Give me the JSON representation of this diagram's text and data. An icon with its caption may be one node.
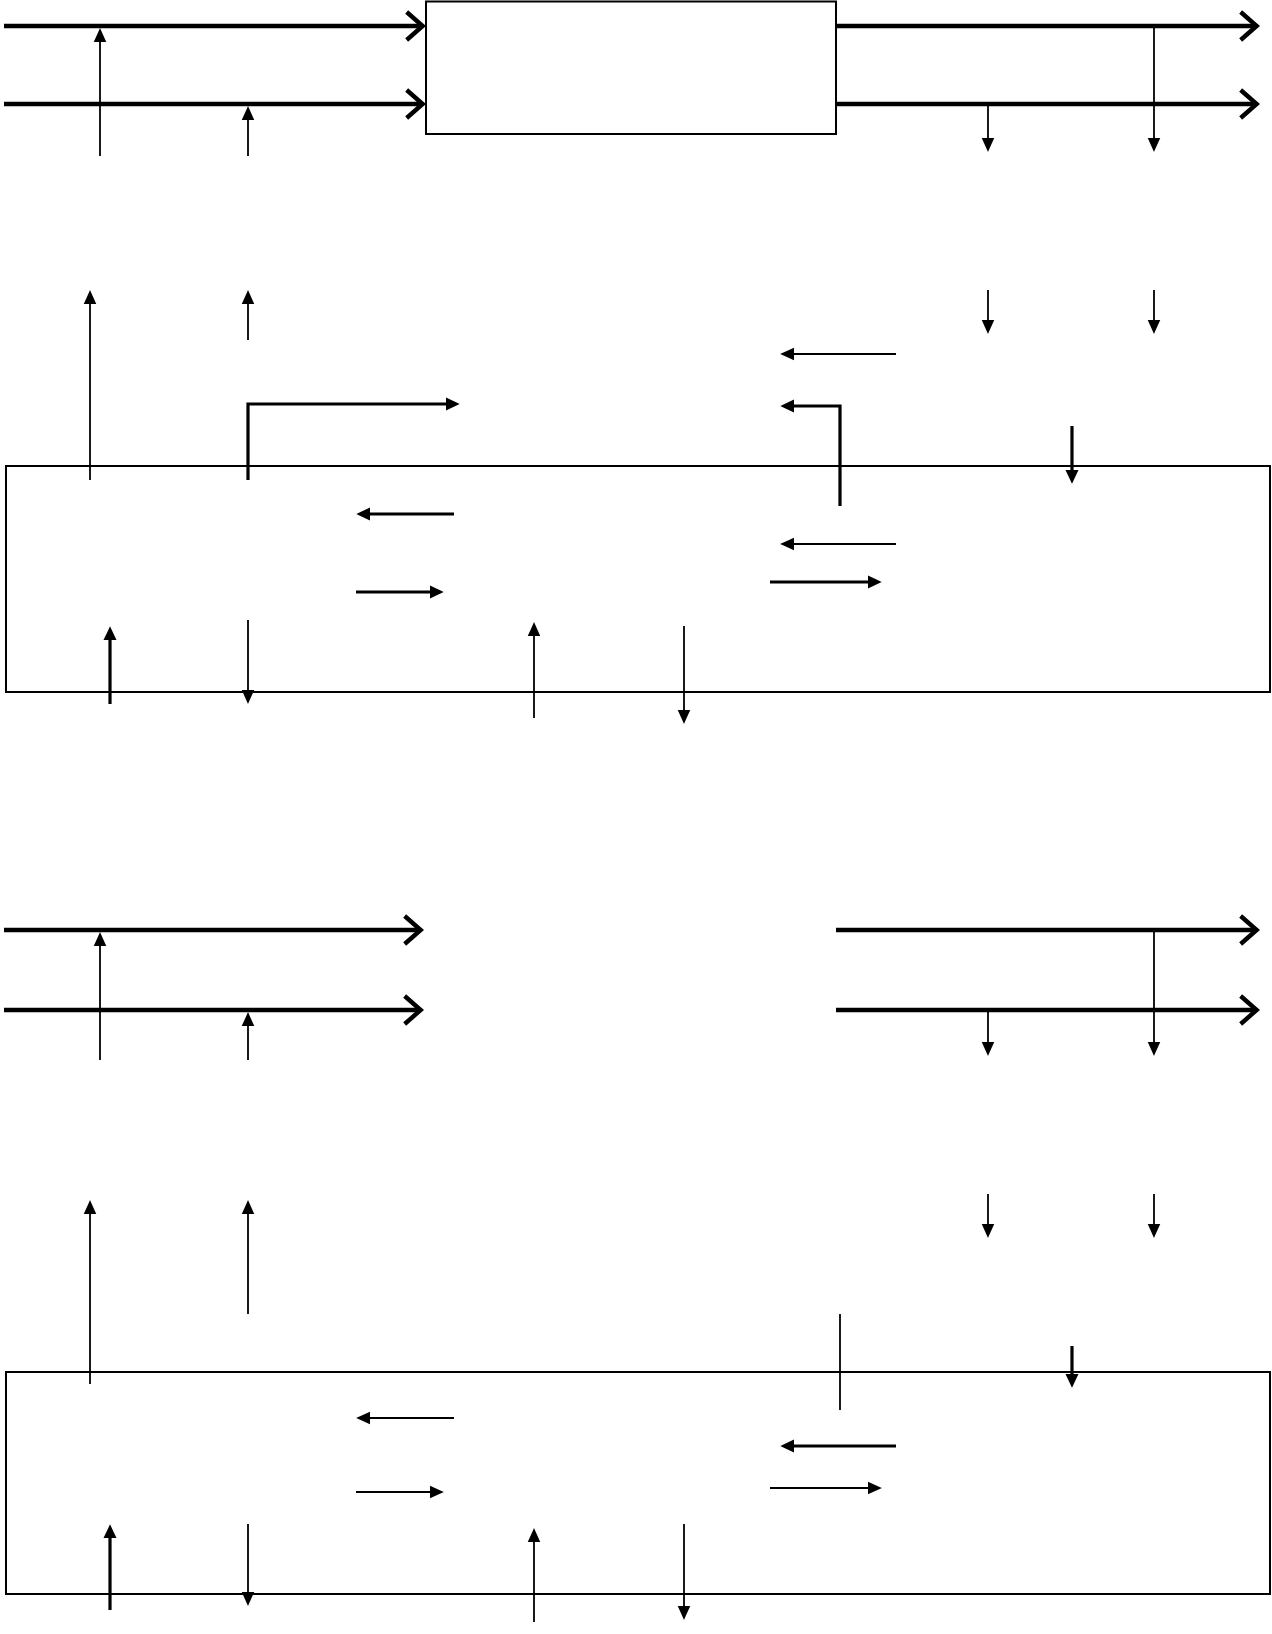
{
  "diagram": {
    "nodes": [
      {
        "text": [],
        "shape": "box"
      },
      {
        "text": [],
        "shape": "box"
      },
      {
        "text": [],
        "shape": "box"
      }
    ],
    "edges": [
      {
        "from": null,
        "to": 0,
        "arrow": "to"
      },
      {
        "from": null,
        "to": 0,
        "arrow": "to"
      },
      {
        "from": 0,
        "to": null,
        "arrow": "to"
      },
      {
        "from": 0,
        "to": null,
        "arrow": "to"
      },
      {
        "from": 1,
        "to": null,
        "arrow": "to"
      },
      {
        "from": 1,
        "to": null,
        "arrow": "to"
      },
      {
        "from": 1,
        "to": null,
        "arrow": "to"
      },
      {
        "from": null,
        "to": 1,
        "arrow": "to"
      },
      {
        "from": null,
        "to": 1,
        "arrow": "to"
      },
      {
        "from": 1,
        "to": null,
        "arrow": "to"
      },
      {
        "from": null,
        "to": 1,
        "arrow": "to"
      },
      {
        "from": 1,
        "to": null,
        "arrow": "to"
      },
      {
        "from": 2,
        "to": null,
        "arrow": "to"
      },
      {
        "from": 2,
        "to": null,
        "arrow": "none"
      },
      {
        "from": null,
        "to": 2,
        "arrow": "to"
      },
      {
        "from": null,
        "to": 2,
        "arrow": "to"
      },
      {
        "from": 2,
        "to": null,
        "arrow": "to"
      },
      {
        "from": null,
        "to": 2,
        "arrow": "to"
      },
      {
        "from": 2,
        "to": null,
        "arrow": "to"
      }
    ]
  }
}
